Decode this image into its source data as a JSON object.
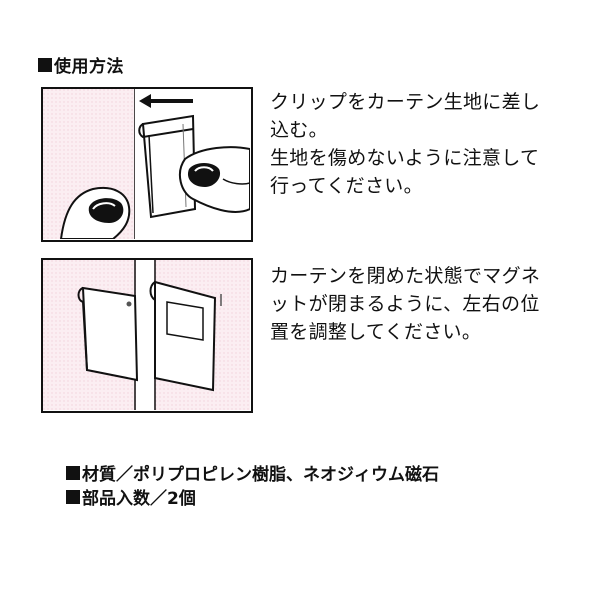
{
  "heading": "使用方法",
  "steps": [
    {
      "lines": [
        "クリップをカーテン生地に差し",
        "込む。",
        "生地を傷めないように注意して",
        "行ってください。"
      ]
    },
    {
      "lines": [
        "カーテンを閉めた状態でマグネ",
        "ットが閉まるように、左右の位",
        "置を調整してください。"
      ]
    }
  ],
  "specs": {
    "material": "材質／ポリプロピレン樹脂、ネオジィウム磁石",
    "parts_count": "部品入数／2個"
  },
  "icons": {
    "bullet": "black-square",
    "arrow": "left-arrow"
  }
}
